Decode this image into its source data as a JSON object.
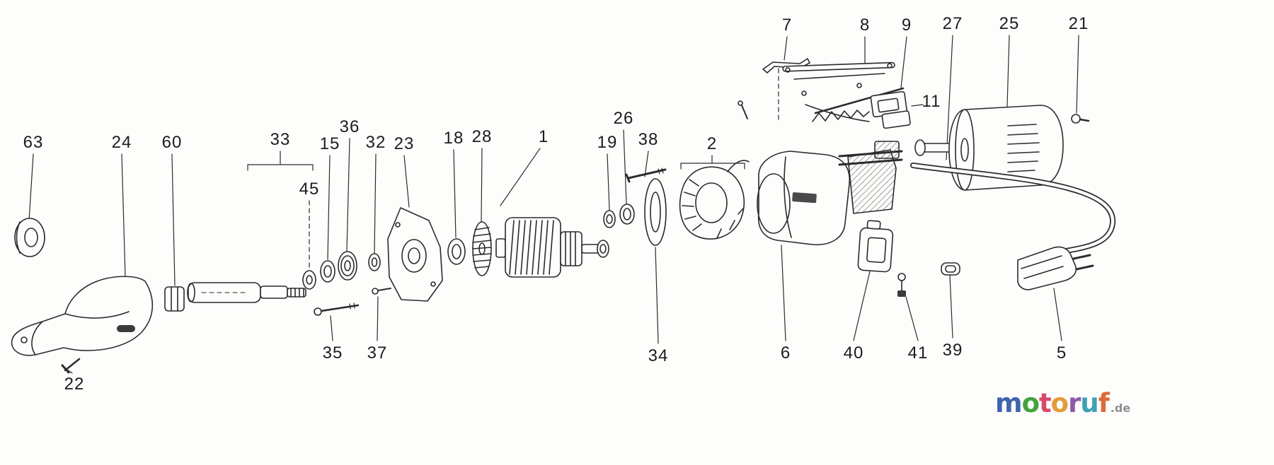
{
  "diagram": {
    "description": "Exploded spare-parts line drawing of an electric power tool",
    "parts": [
      {
        "num": "63"
      },
      {
        "num": "24"
      },
      {
        "num": "60"
      },
      {
        "num": "33"
      },
      {
        "num": "45"
      },
      {
        "num": "15"
      },
      {
        "num": "36"
      },
      {
        "num": "32"
      },
      {
        "num": "23"
      },
      {
        "num": "18"
      },
      {
        "num": "28"
      },
      {
        "num": "1"
      },
      {
        "num": "19"
      },
      {
        "num": "26"
      },
      {
        "num": "38"
      },
      {
        "num": "2"
      },
      {
        "num": "7"
      },
      {
        "num": "8"
      },
      {
        "num": "9"
      },
      {
        "num": "27"
      },
      {
        "num": "25"
      },
      {
        "num": "21"
      },
      {
        "num": "11"
      },
      {
        "num": "34"
      },
      {
        "num": "6"
      },
      {
        "num": "40"
      },
      {
        "num": "41"
      },
      {
        "num": "39"
      },
      {
        "num": "5"
      },
      {
        "num": "35"
      },
      {
        "num": "37"
      },
      {
        "num": "22"
      }
    ]
  },
  "logo": {
    "letters": [
      {
        "ch": "m",
        "color": "#3f63ae"
      },
      {
        "ch": "o",
        "color": "#46a23c"
      },
      {
        "ch": "t",
        "color": "#d8486b"
      },
      {
        "ch": "o",
        "color": "#e39b3b"
      },
      {
        "ch": "r",
        "color": "#8e5aa8"
      },
      {
        "ch": "u",
        "color": "#3fa0b4"
      },
      {
        "ch": "f",
        "color": "#df6a3a"
      }
    ],
    "tld": ".de",
    "tld_color": "#8f8f8f"
  }
}
